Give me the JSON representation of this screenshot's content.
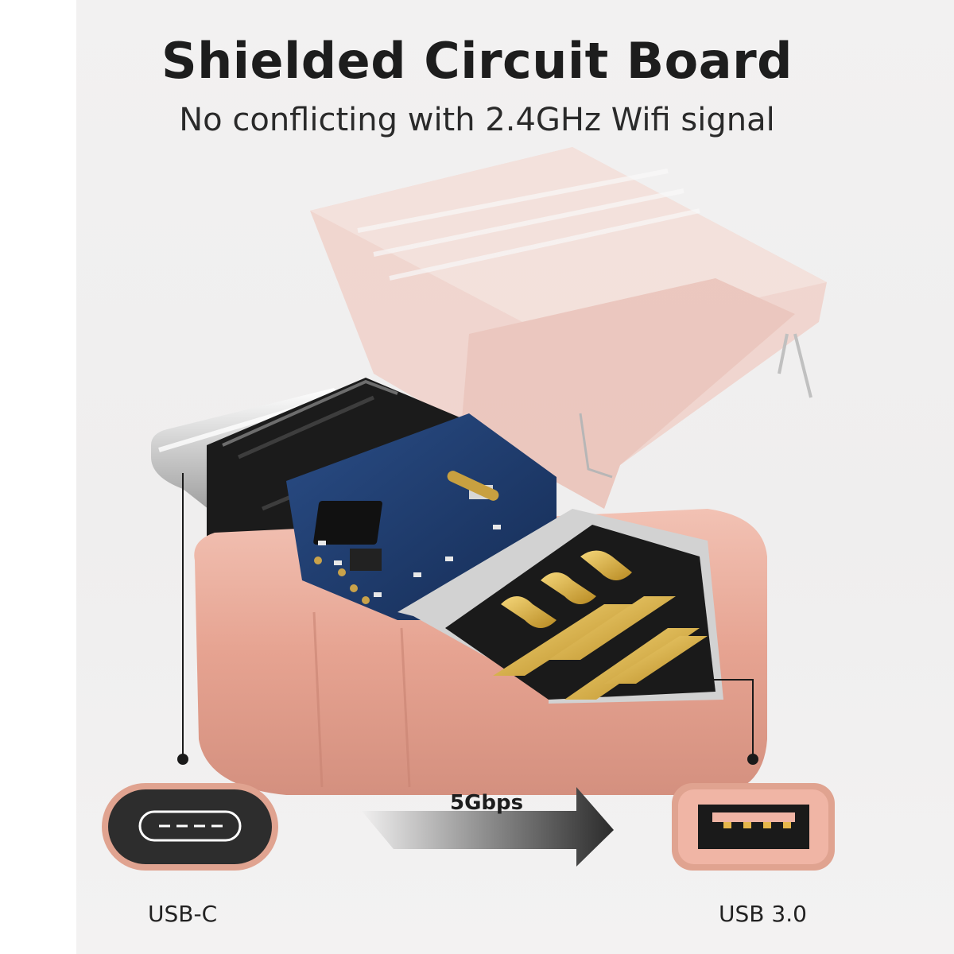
{
  "title": "Shielded Circuit Board",
  "subtitle": "No conflicting with 2.4GHz Wifi signal",
  "ports": {
    "left_label": "USB-C",
    "right_label": "USB 3.0"
  },
  "transfer": {
    "speed_label": "5Gbps",
    "direction": "USB-C to USB 3.0"
  },
  "colors": {
    "background": "#f0efef",
    "rose_gold": "#e8a594",
    "rose_gold_dark": "#c9806f",
    "board_blue": "#1e3a6b",
    "connector_black": "#1b1b1b",
    "contact_gold": "#d9a93a"
  },
  "icons": [
    "usb-c-port-icon",
    "usb-a-port-icon",
    "arrow-right-icon"
  ]
}
